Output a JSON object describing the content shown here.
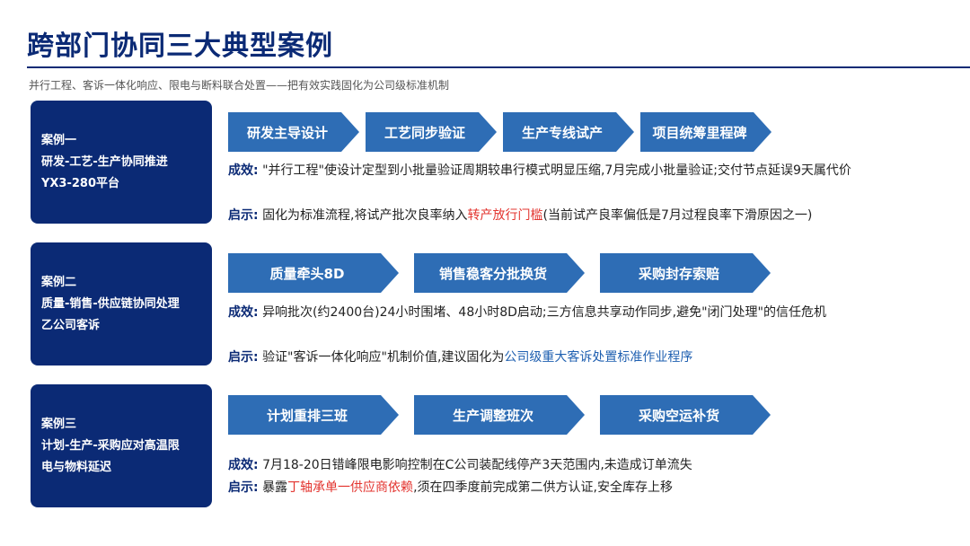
{
  "header": {
    "title": "跨部门协同三大典型案例",
    "subtitle": "并行工程、客诉一体化响应、限电与断料联合处置——把有效实践固化为公司级标准机制"
  },
  "colors": {
    "navy": "#0b2a75",
    "step_blue": "#2e6db5",
    "highlight_red": "#e3342f",
    "highlight_blue": "#1e5fb0"
  },
  "cases": [
    {
      "label_lines": [
        "案例一",
        "研发-工艺-生产协同推进",
        "YX3-280平台"
      ],
      "steps": [
        "研发主导设计",
        "工艺同步验证",
        "生产专线试产",
        "项目统筹里程碑"
      ],
      "effect_label": "成效:",
      "effect_text": "\"并行工程\"使设计定型到小批量验证周期较串行模式明显压缩,7月完成小批量验证;交付节点延误9天属代价",
      "insight_label": "启示:",
      "insight_pre": "固化为标准流程,将试产批次良率纳入",
      "insight_highlight": "转产放行门槛",
      "insight_post": "(当前试产良率偏低是7月过程良率下滑原因之一)"
    },
    {
      "label_lines": [
        "案例二",
        "质量-销售-供应链协同处理",
        "乙公司客诉"
      ],
      "steps": [
        "质量牵头8D",
        "销售稳客分批换货",
        "采购封存索赔"
      ],
      "effect_label": "成效:",
      "effect_text": "异响批次(约2400台)24小时围堵、48小时8D启动;三方信息共享动作同步,避免\"闭门处理\"的信任危机",
      "insight_label": "启示:",
      "insight_pre": "验证\"客诉一体化响应\"机制价值,建议固化为",
      "insight_highlight": "公司级重大客诉处置标准作业程序",
      "insight_post": ""
    },
    {
      "label_lines": [
        "案例三",
        "计划-生产-采购应对高温限",
        "电与物料延迟"
      ],
      "steps": [
        "计划重排三班",
        "生产调整班次",
        "采购空运补货"
      ],
      "effect_label": "成效:",
      "effect_text": "7月18-20日错峰限电影响控制在C公司装配线停产3天范围内,未造成订单流失",
      "insight_label": "启示:",
      "insight_pre": "暴露",
      "insight_highlight": "丁轴承单一供应商依赖",
      "insight_post": ",须在四季度前完成第二供方认证,安全库存上移"
    }
  ]
}
